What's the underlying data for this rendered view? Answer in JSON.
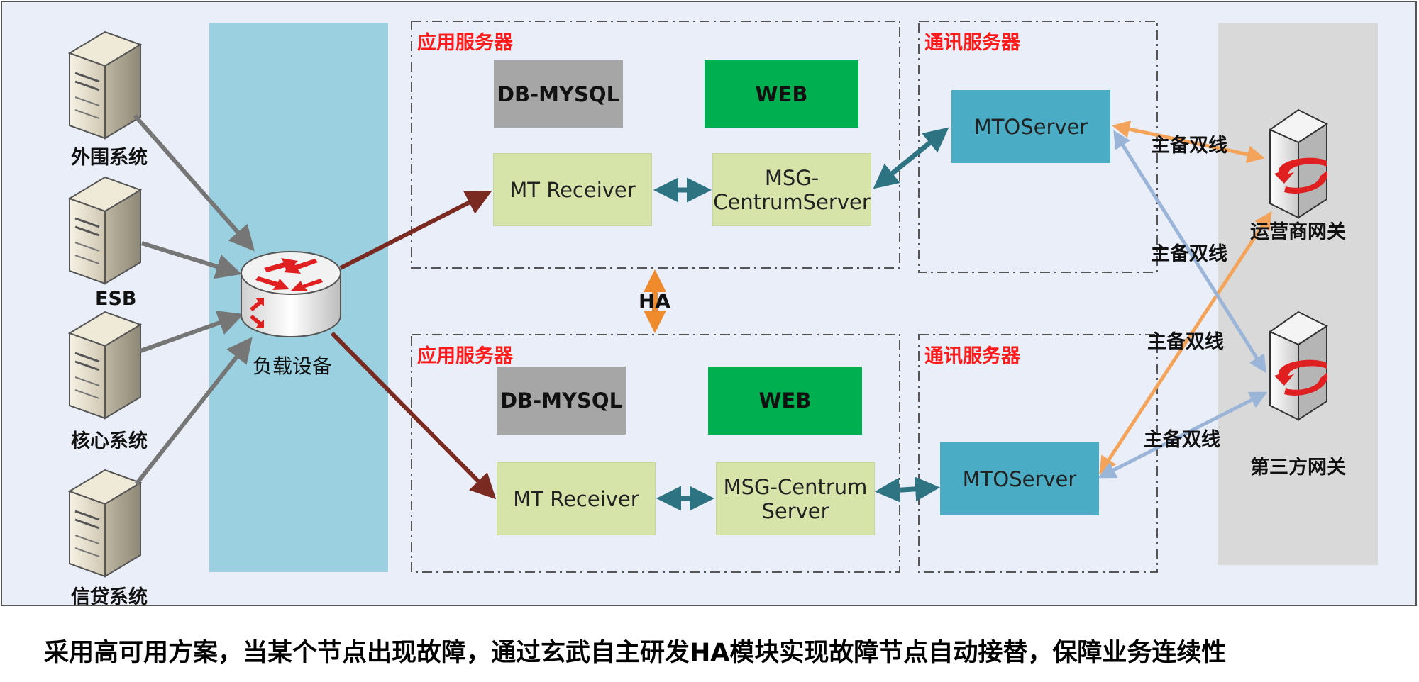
{
  "labels": {
    "app_server": "应用服务器",
    "comm_server": "通讯服务器",
    "db_mysql": "DB-MYSQL",
    "web": "WEB",
    "mt_receiver": "MT Receiver",
    "msg_centrum_top_1": "MSG-",
    "msg_centrum_top_2": "CentrumServer",
    "msg_centrum_bottom_1": "MSG-Centrum",
    "msg_centrum_bottom_2": "Server",
    "mto_server": "MTOServer",
    "ha": "HA",
    "dual_line": "主备双线"
  },
  "left_systems": [
    "外围系统",
    "ESB",
    "核心系统",
    "信贷系统"
  ],
  "load_balancer": "负载设备",
  "gateways": [
    "运营商网关",
    "第三方网关"
  ],
  "caption": "采用高可用方案，当某个节点出现故障，通过玄武自主研发HA模块实现故障节点自动接替，保障业务连续性",
  "colors": {
    "background": "#e9eef8",
    "lb_column": "#9ad0df",
    "gateway_column": "#d9d9d9",
    "app_label": "#ff1a1a",
    "gray_box": "#a6a6a6",
    "web_box": "#00b050",
    "receiver_box": "#d6e3a9",
    "mto_box": "#4bacc6",
    "arrow_gray": "#767676",
    "arrow_brown": "#7b2a22",
    "arrow_teal": "#2d7382",
    "arrow_orange": "#f4a45a",
    "arrow_blue": "#9bb5d8",
    "ha_orange": "#ef8a2d"
  }
}
